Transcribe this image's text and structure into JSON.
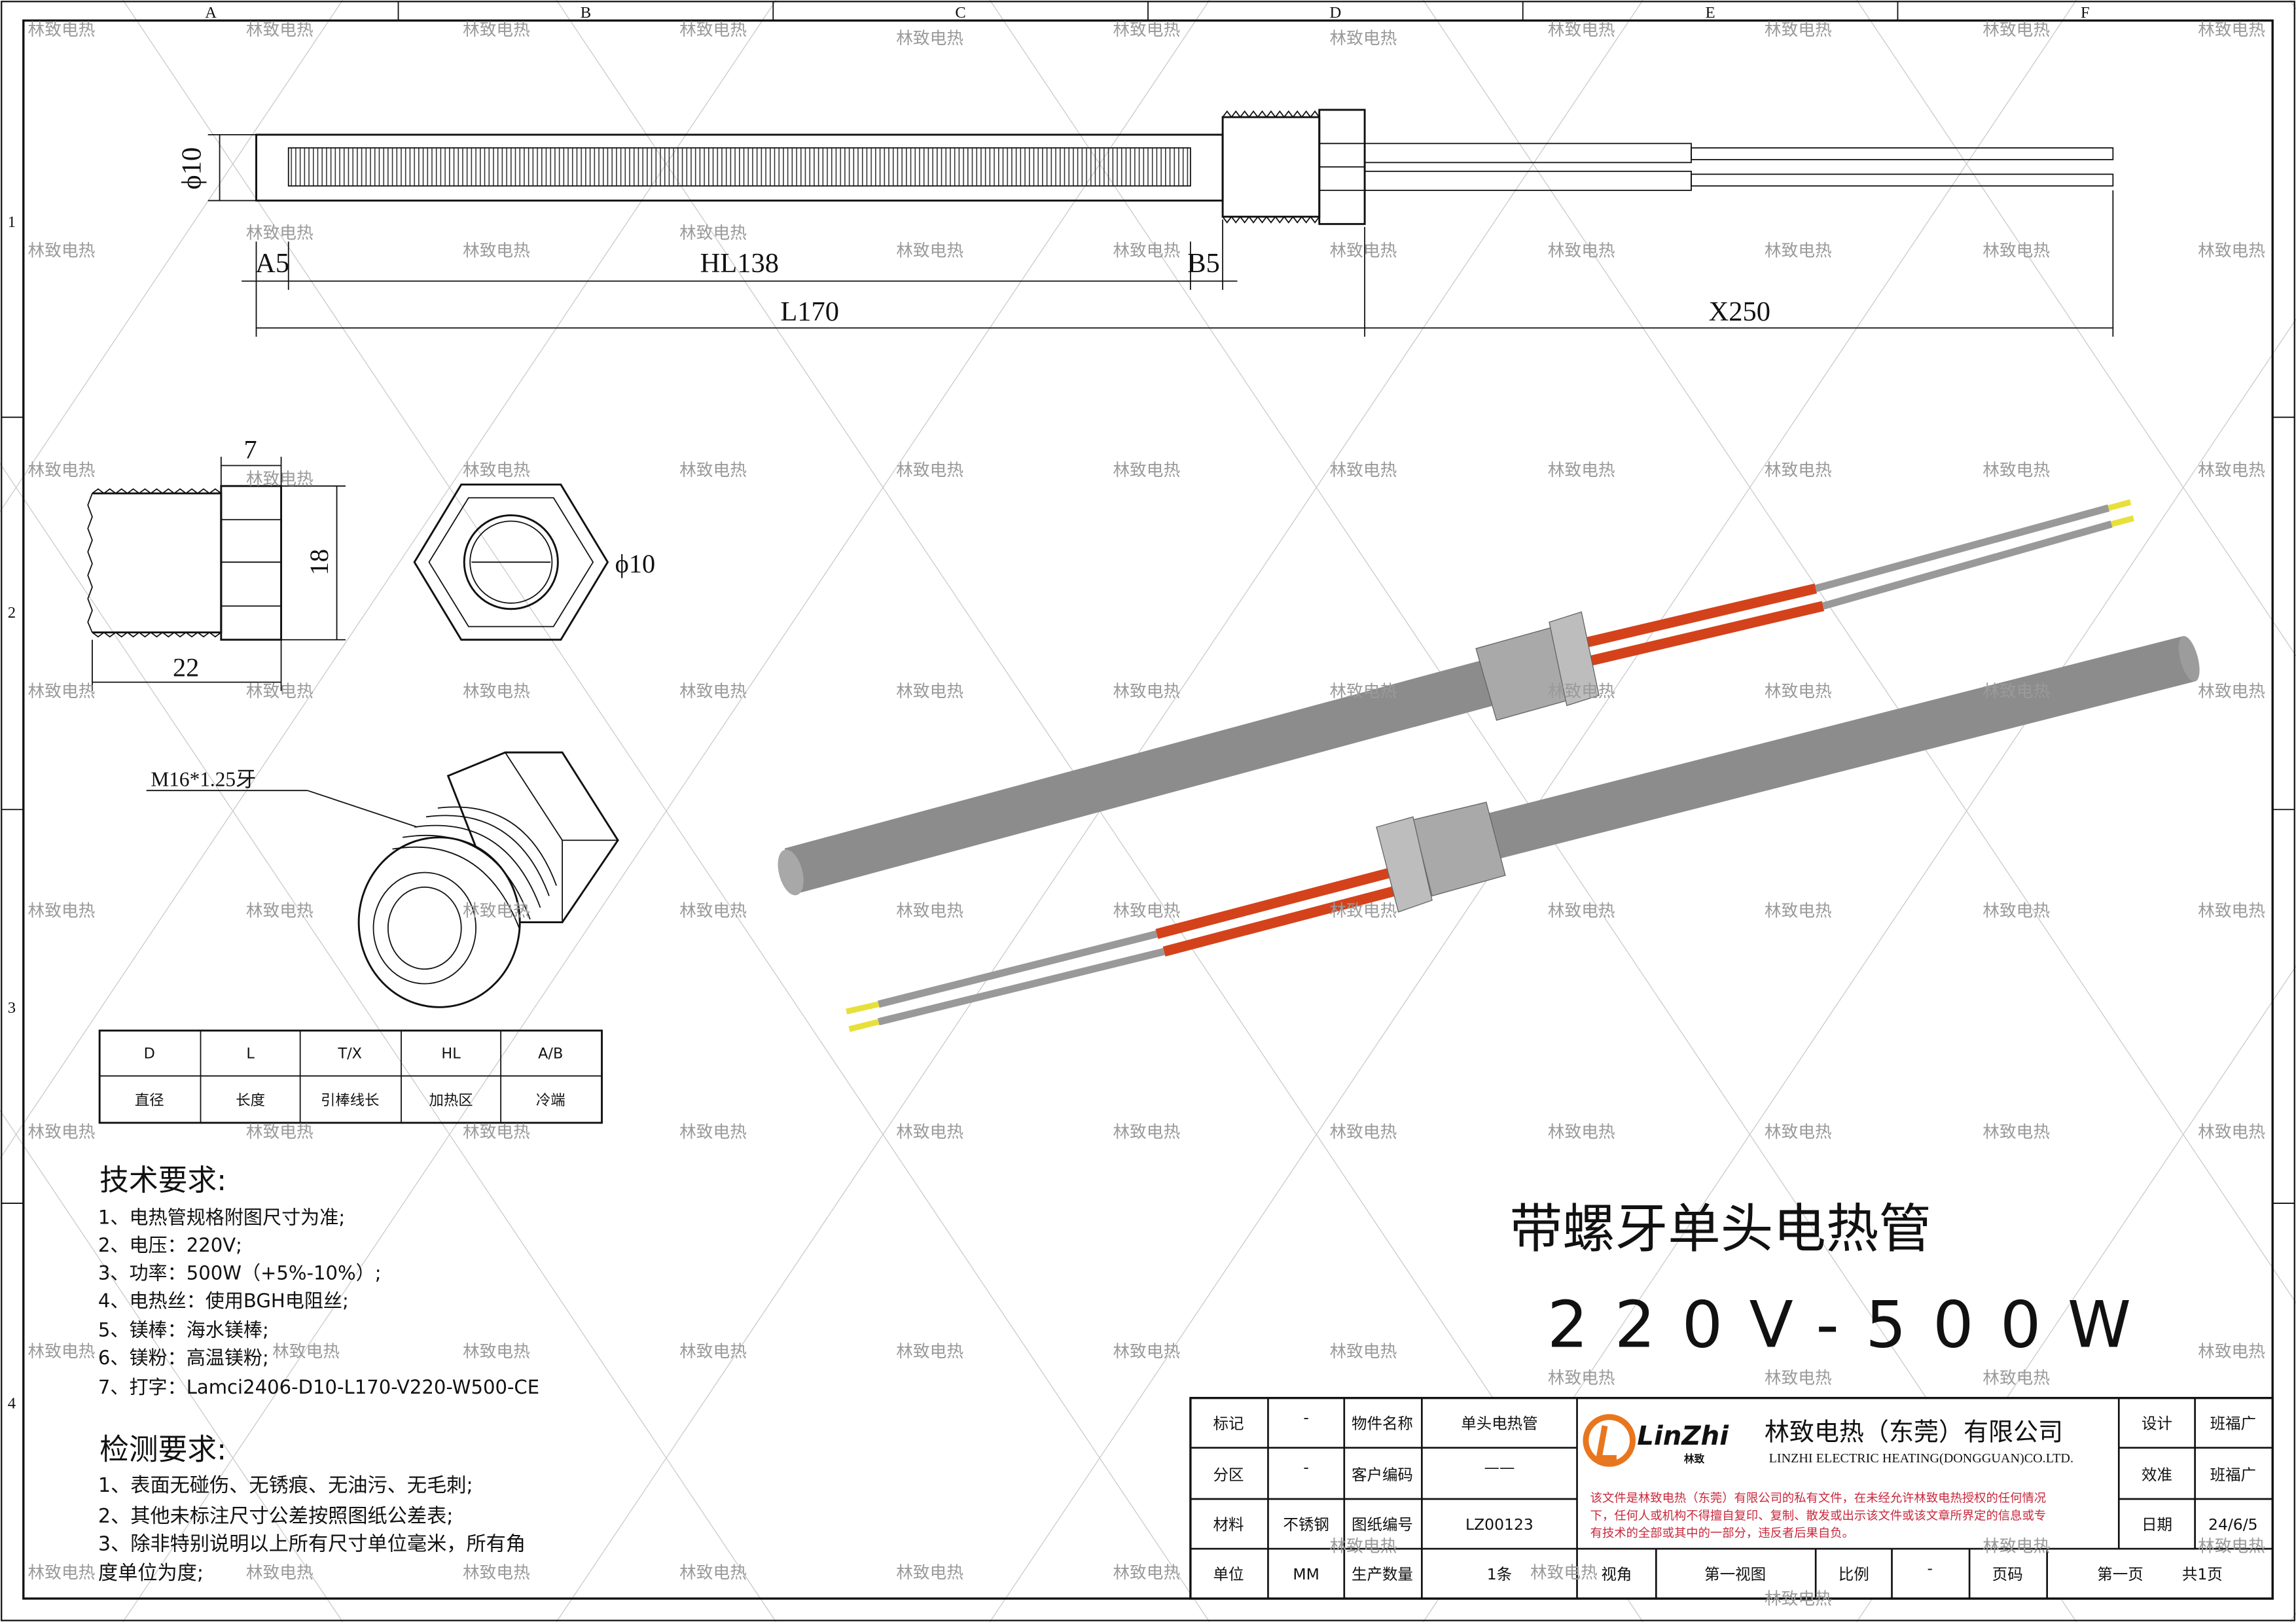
{
  "watermark": "林致电热",
  "zones": {
    "cols": [
      "A",
      "B",
      "C",
      "D",
      "E",
      "F"
    ],
    "rows": [
      "1",
      "2",
      "3",
      "4"
    ]
  },
  "top_view": {
    "dia": "ϕ10",
    "a": "A5",
    "hl": "HL138",
    "b": "B5",
    "l": "L170",
    "x": "X250"
  },
  "nut_view": {
    "width": "7",
    "height": "18",
    "length": "22",
    "hole": "ϕ10",
    "thread": "M16*1.25牙"
  },
  "param_table": {
    "headers": [
      "D",
      "L",
      "T/X",
      "HL",
      "A/B"
    ],
    "labels": [
      "直径",
      "长度",
      "引棒线长",
      "加热区",
      "冷端"
    ]
  },
  "tech": {
    "title": "技术要求:",
    "items": [
      "1、电热管规格附图尺寸为准;",
      "2、电压：220V;",
      "3、功率：500W（+5%-10%）;",
      "4、电热丝：使用BGH电阻丝;",
      "5、镁棒：海水镁棒;",
      "6、镁粉：高温镁粉;",
      "7、打字：Lamci2406-D10-L170-V220-W500-CE"
    ]
  },
  "inspect": {
    "title": "检测要求:",
    "items": [
      "1、表面无碰伤、无锈痕、无油污、无毛刺;",
      "2、其他未标注尺寸公差按照图纸公差表;",
      "3、除非特别说明以上所有尺寸单位毫米，所有角",
      "度单位为度;"
    ]
  },
  "product": {
    "name": "带螺牙单头电热管",
    "spec": "220V-500W"
  },
  "colors": {
    "lead_red": "#d4421b",
    "rod_gray": "#8c8c8c",
    "tip_yellow": "#e8e03a",
    "logo_orange": "#e8761e",
    "notice_red": "#c8283c"
  },
  "title_block": {
    "mark_label": "标记",
    "mark_value": "-",
    "zone_label": "分区",
    "zone_value": "-",
    "material_label": "材料",
    "material_value": "不锈钢",
    "unit_label": "单位",
    "unit_value": "MM",
    "part_name_label": "物件名称",
    "part_name_value": "单头电热管",
    "customer_code_label": "客户编码",
    "customer_code_value": "——",
    "drawing_no_label": "图纸编号",
    "drawing_no_value": "LZ00123",
    "qty_label": "生产数量",
    "qty_value": "1条",
    "view_label": "视角",
    "view_value": "第一视图",
    "scale_label": "比例",
    "scale_value": "-",
    "page_label": "页码",
    "page_value": "第一页",
    "total_pages": "共1页",
    "design_label": "设计",
    "design_value": "班福广",
    "check_label": "效准",
    "check_value": "班福广",
    "date_label": "日期",
    "date_value": "24/6/5",
    "logo_text": "LinZhi",
    "logo_sub": "林致",
    "company_cn": "林致电热（东莞）有限公司",
    "company_en": "LINZHI ELECTRIC HEATING(DONGGUAN)CO.LTD.",
    "notice": [
      "该文件是林致电热（东莞）有限公司的私有文件，在未经允许林致电热授权的任何情况",
      "下，任何人或机构不得擅自复印、复制、散发或出示该文件或该文章所界定的信息或专",
      "有技术的全部或其中的一部分，违反者后果自负。"
    ]
  }
}
